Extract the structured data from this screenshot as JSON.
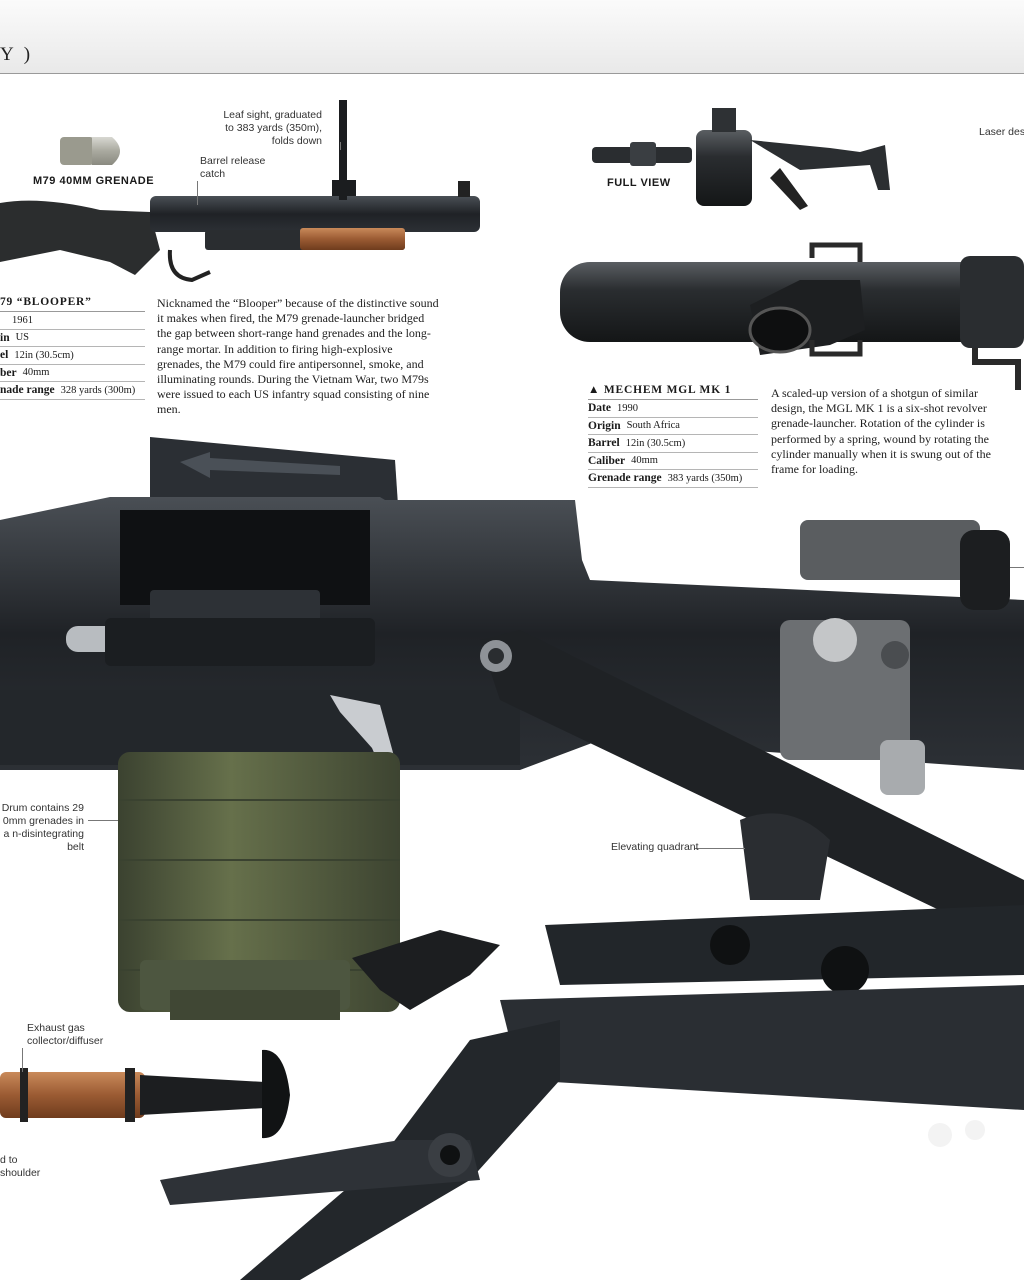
{
  "header": {
    "text": "Y )"
  },
  "labels": {
    "leaf_sight": "Leaf sight, graduated to 383 yards (350m), folds down",
    "barrel_catch": "Barrel release catch",
    "m79_grenade": "M79 40MM GRENADE",
    "full_view": "FULL VIEW",
    "laser": "Laser desig",
    "drum": "Drum contains 29 0mm grenades in a n-disintegrating belt",
    "elevating": "Elevating quadrant",
    "exhaust": "Exhaust gas collector/diffuser",
    "shoulder": "d to shoulder"
  },
  "m79": {
    "title": "79 “BLOOPER”",
    "rows": [
      {
        "key": "",
        "value": "1961"
      },
      {
        "key": "in",
        "value": "US"
      },
      {
        "key": "el",
        "value": "12in (30.5cm)"
      },
      {
        "key": "ber",
        "value": "40mm"
      },
      {
        "key": "nade range",
        "value": "328 yards (300m)"
      }
    ],
    "description": "Nicknamed the “Blooper” because of the distinctive sound it makes when fired, the M79 grenade-launcher bridged the gap between short-range hand grenades and the long-range mortar. In addition to firing high-explosive grenades, the M79 could fire antipersonnel, smoke, and illuminating rounds. During the Vietnam War, two M79s were issued to each US infantry squad consisting of nine men."
  },
  "mgl": {
    "title": "▲ MECHEM MGL MK 1",
    "rows": [
      {
        "key": "Date",
        "value": "1990"
      },
      {
        "key": "Origin",
        "value": "South Africa"
      },
      {
        "key": "Barrel",
        "value": "12in (30.5cm)"
      },
      {
        "key": "Caliber",
        "value": "40mm"
      },
      {
        "key": "Grenade range",
        "value": "383 yards (350m)"
      }
    ],
    "description": "A scaled-up version of a shotgun of similar design, the MGL MK 1 is a six-shot revolver grenade-launcher. Rotation of the cylinder is performed by a spring, wound by rotating the cylinder manually when it is swung out of the frame for loading."
  },
  "colors": {
    "metal": "#232629",
    "wood": "#a0613a",
    "drum": "#56603f",
    "header": "#ececec"
  }
}
